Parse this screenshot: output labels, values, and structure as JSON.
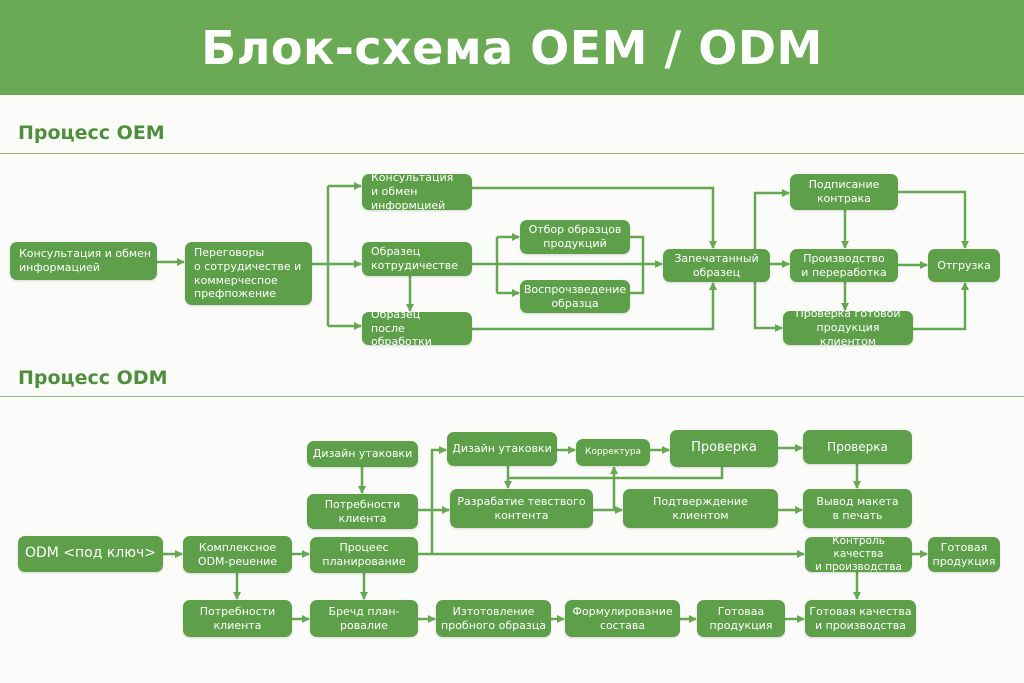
{
  "title": "Блок-схема  OEM / ODM",
  "colors": {
    "header": "#6aaa55",
    "node": "#5e9f4a",
    "line": "#66a852",
    "section_title": "#4f8f3c"
  },
  "oem": {
    "title": "Процесс OEM",
    "nodes": {
      "consult_main": "Консультация и обмен\nинформацией",
      "negotiation": "Переговоры\nо сотрудичестве и\nкоммерчеспое\nпрефпожение",
      "consult_info": "Консультация\nи обмен информцией",
      "sample_coop": "Образец\nкотрудичестве",
      "sample_processed": "Образец\nпосле обработки",
      "sample_selection": "Отбор образцов\nпродукций",
      "sample_reproduction": "Воспрочзведение\nобразца",
      "sealed_sample": "Запечатанный\nобразец",
      "contract_signing": "Подписание\nконтрака",
      "production": "Производство\nи переработка",
      "client_check": "Проверка готовой\nпродукция клиентом",
      "shipment": "Отгрузка"
    }
  },
  "odm": {
    "title": "Процесс ODM",
    "nodes": {
      "turnkey": "ODM <под ключ>",
      "complex_solution": "Комплексное\nODM-реuение",
      "planning": "Процеес\nпланирование",
      "package_design_left": "Дизайн утаковки",
      "client_needs_top": "Потребности\nклиента",
      "client_needs_bottom": "Потребности\nклиента",
      "brand_planning": "Бречд план-\nровалие",
      "trial_sample": "Изтотовление\nпробного образца",
      "formulation": "Формулирование\nсостава",
      "ready_product_mid": "Готоваа\nпродукция",
      "ready_quality": "Готовая качества\nи производства",
      "package_design": "Дизайн утаковки",
      "proofreading": "Корректура",
      "check_big": "Проверка",
      "check_right": "Проверка",
      "text_content": "Разрабатие тевствого\nконтента",
      "client_confirm": "Подтверждение клиентом",
      "print_layout": "Вывод макета\nв печать",
      "quality_control": "Контроль качества\nи производства",
      "ready_product": "Готовая\nпродукция"
    }
  }
}
